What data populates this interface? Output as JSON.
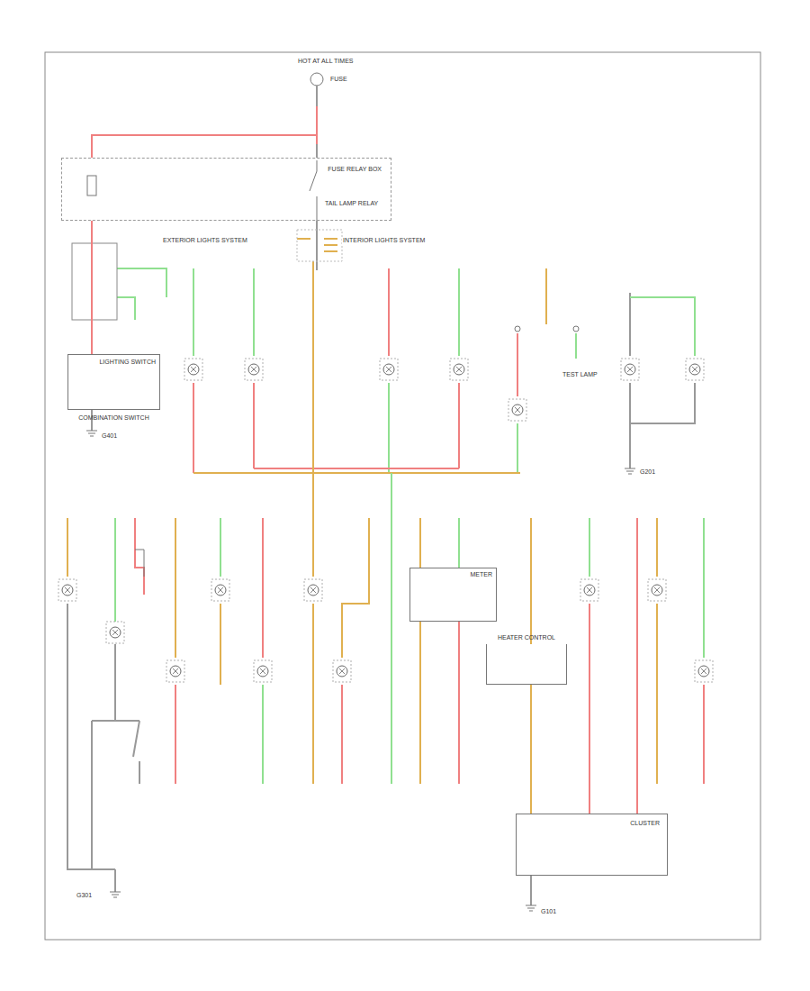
{
  "diagram": {
    "nodes": [
      {
        "text": [
          "FUSE RELAY BOX"
        ]
      },
      {
        "text": [
          "LIGHTING SWITCH",
          "COMBINATION SWITCH"
        ]
      },
      {
        "text": [
          "METER"
        ]
      },
      {
        "text": [
          "HEATER CONTROL"
        ]
      },
      {
        "text": [
          "CLUSTER"
        ]
      }
    ],
    "edges": [
      {
        "from": 0,
        "to": 1,
        "arrow": "none"
      }
    ],
    "labels": [
      "HOT AT ALL TIMES",
      "FUSE",
      "TAIL LAMP RELAY",
      "EXTERIOR LIGHTS SYSTEM",
      "INTERIOR LIGHTS SYSTEM",
      "TEST LAMP",
      "G401",
      "G101",
      "G201",
      "G301"
    ]
  }
}
